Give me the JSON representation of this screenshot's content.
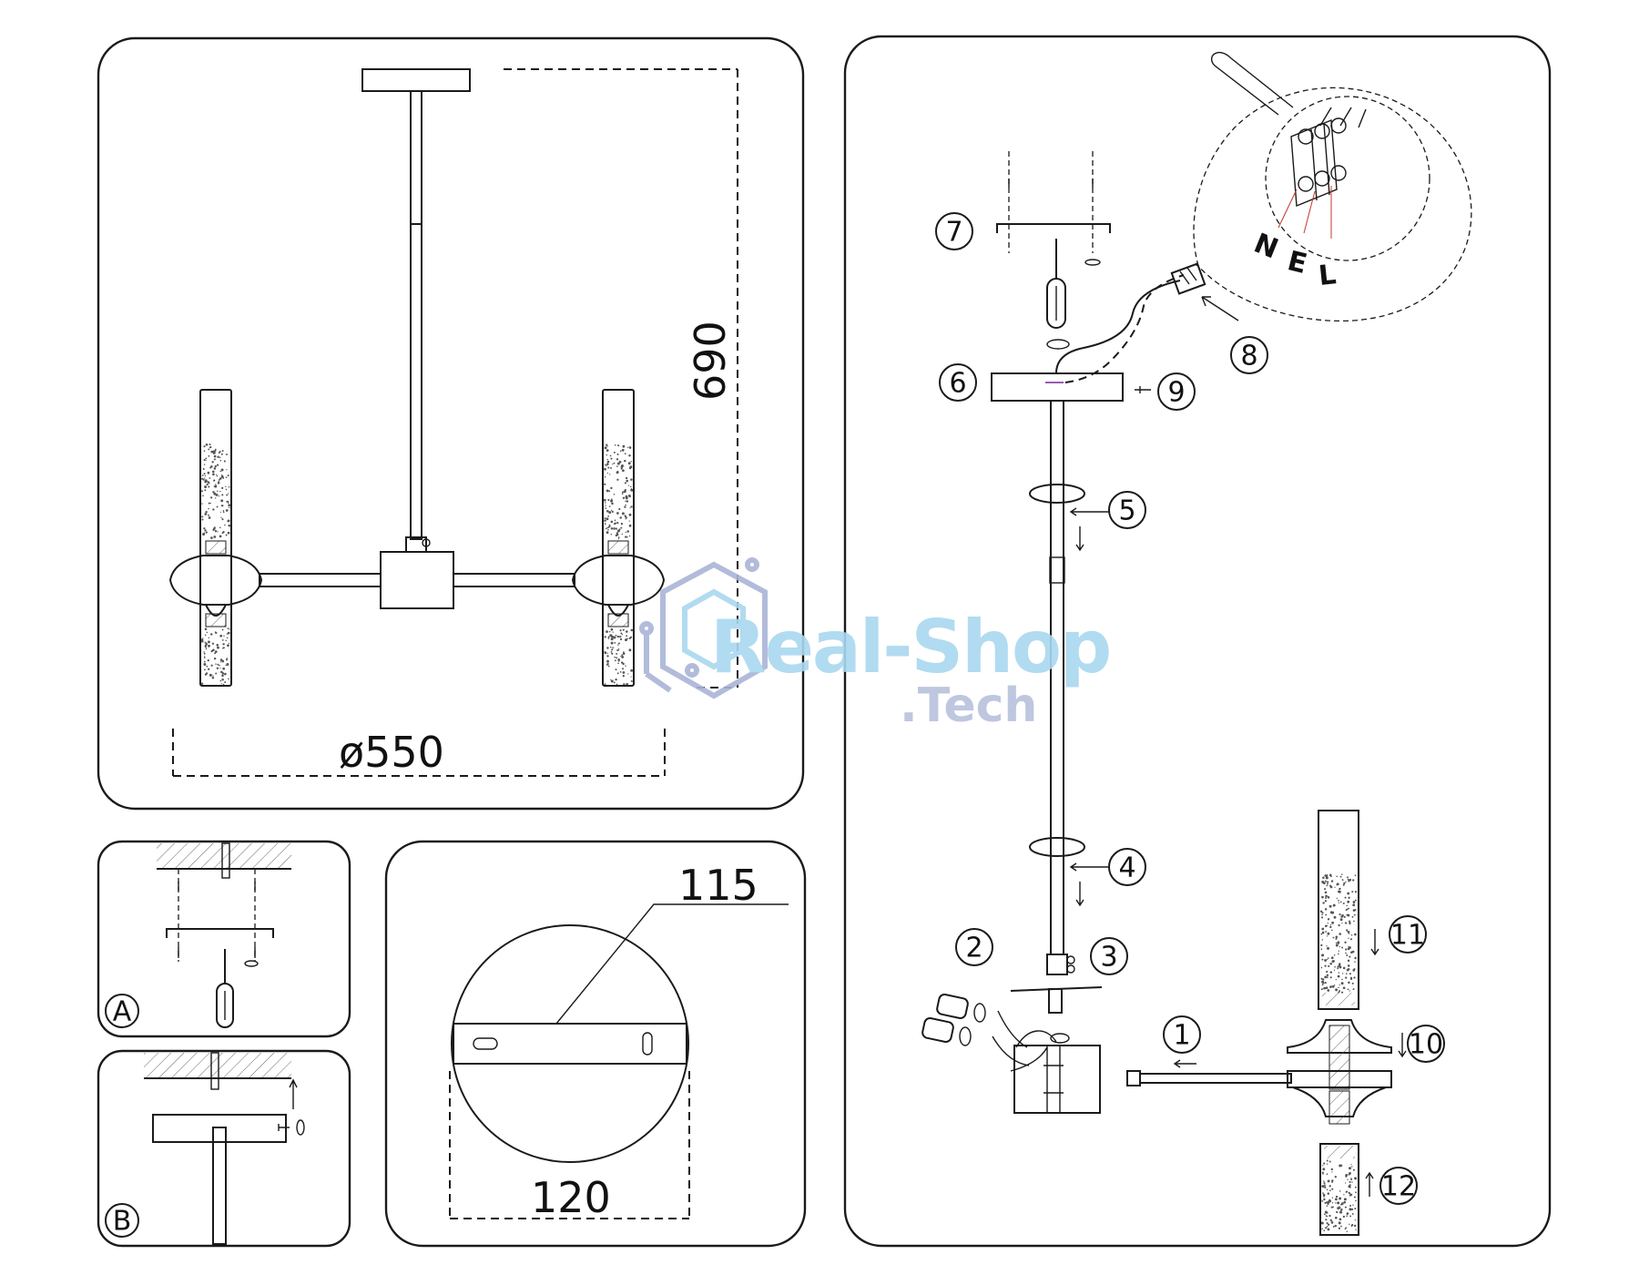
{
  "dimensions": {
    "height": "690",
    "diameter": "ø550",
    "plate_length": "115",
    "plate_diameter": "120"
  },
  "wiring": {
    "n": "N",
    "e": "E",
    "l": "L"
  },
  "steps": {
    "s1": "1",
    "s2": "2",
    "s3": "3",
    "s4": "4",
    "s5": "5",
    "s6": "6",
    "s7": "7",
    "s8": "8",
    "s9": "9",
    "s10": "10",
    "s11": "11",
    "s12": "12"
  },
  "mount_options": {
    "a": "A",
    "b": "B"
  },
  "watermark": {
    "main": "Real-Shop",
    "sub": ".Tech"
  },
  "colors": {
    "ink": "#1a1a1a",
    "watermark_blue": "#a9d8ef",
    "watermark_gray": "#b7c2dc"
  }
}
